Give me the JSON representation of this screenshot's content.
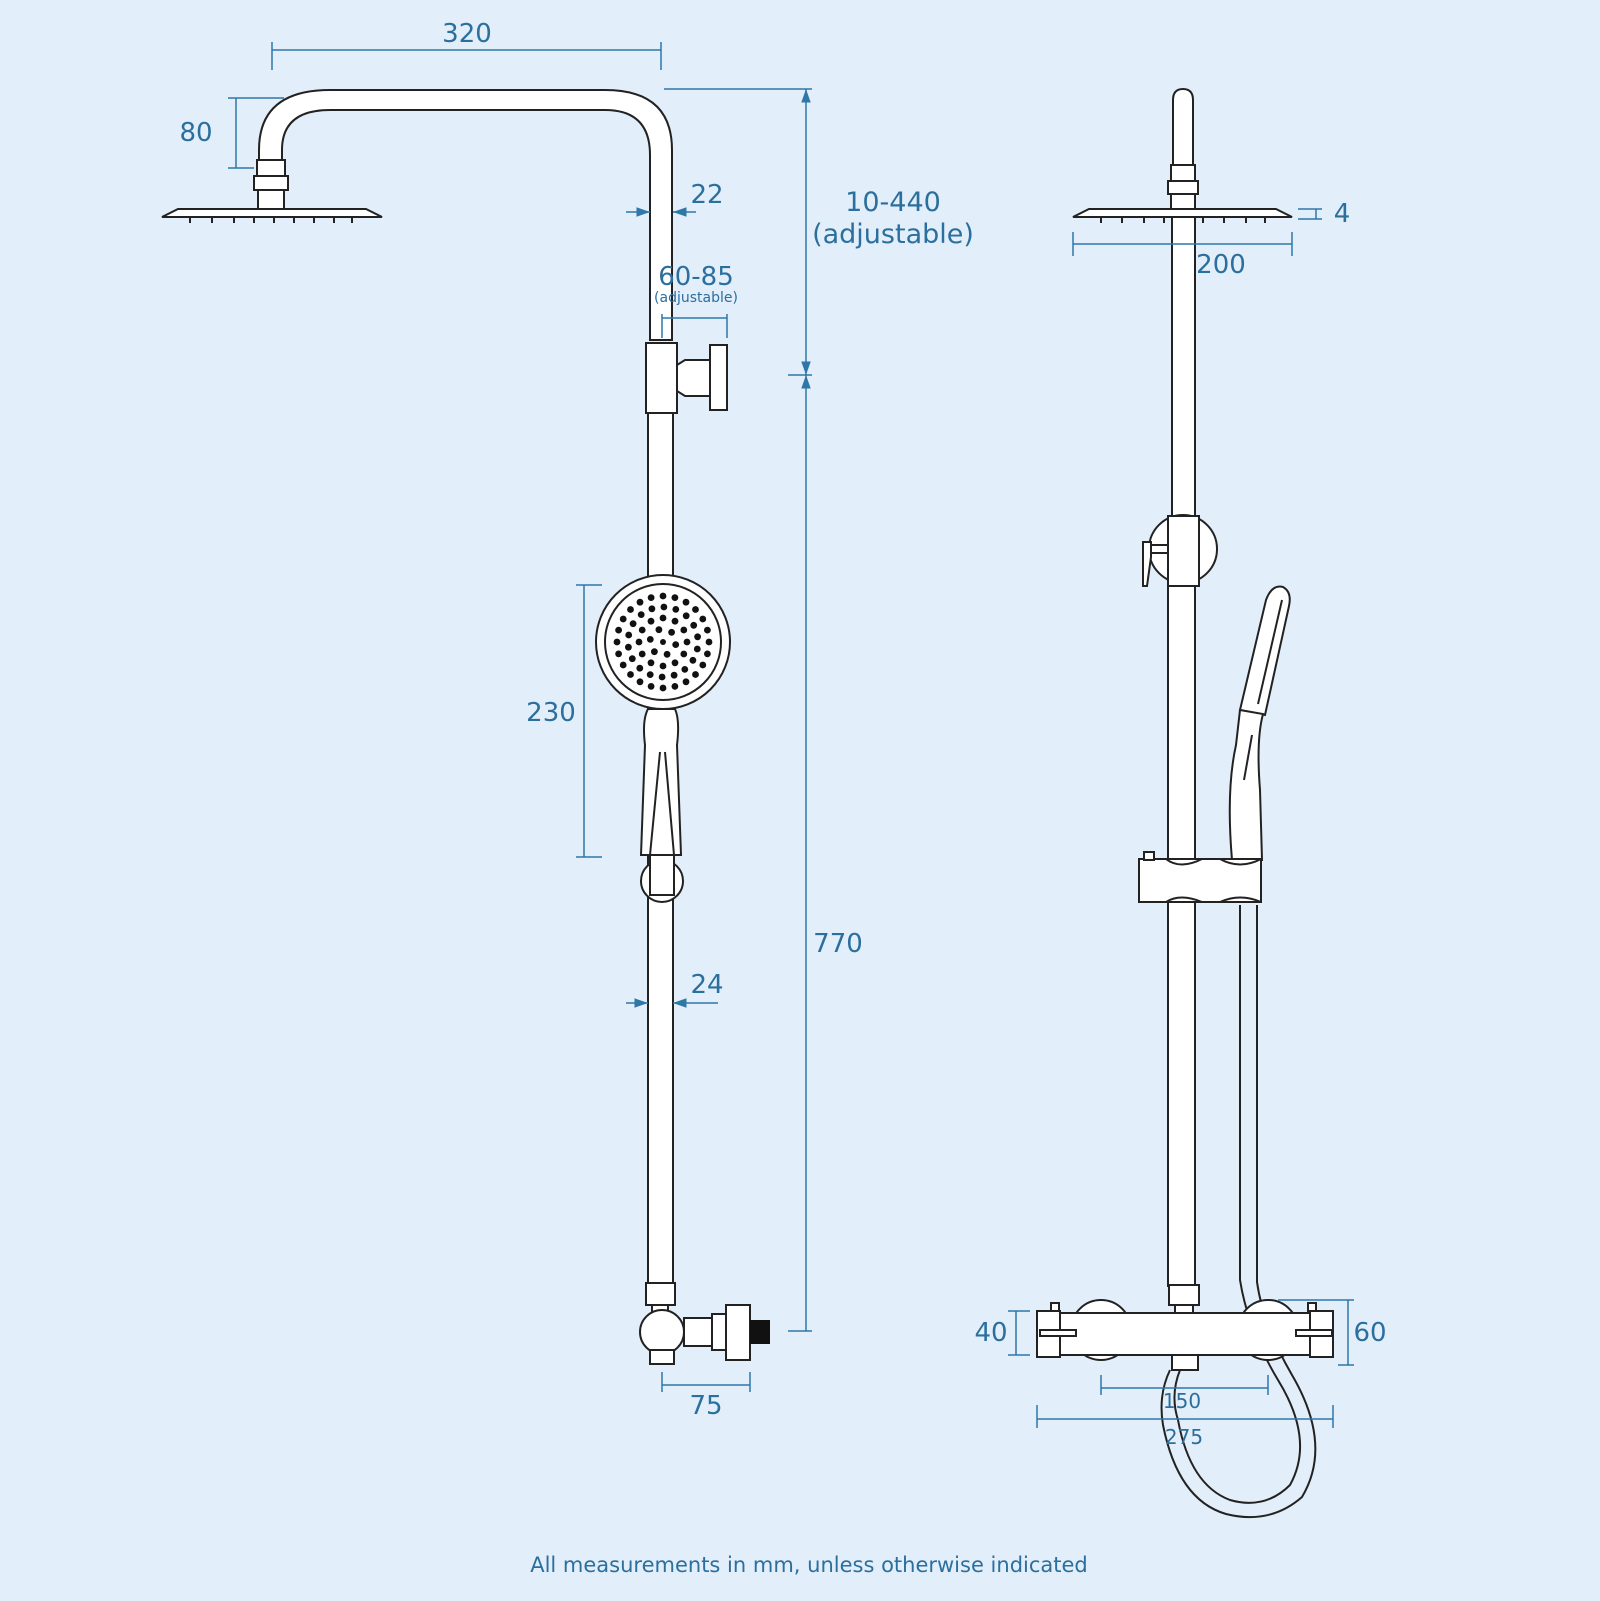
{
  "dimensions": {
    "head_reach": "320",
    "head_drop": "80",
    "upper_pipe_width": "22",
    "arm_height": "10-440",
    "arm_height_note": "(adjustable)",
    "bracket_depth": "60-85",
    "bracket_depth_note": "(adjustable)",
    "handset_length": "230",
    "riser_length": "770",
    "lower_pipe_width": "24",
    "valve_offset": "75",
    "head_thickness": "4",
    "head_size": "200",
    "valve_body_height": "40",
    "valve_outer_height": "60",
    "inlet_centres": "150",
    "valve_length": "275"
  },
  "footer_note": "All measurements in mm, unless otherwise indicated",
  "colors": {
    "background": "#e2eef9",
    "dimension": "#2e77a8",
    "outline": "#222222",
    "fill": "#ffffff"
  }
}
